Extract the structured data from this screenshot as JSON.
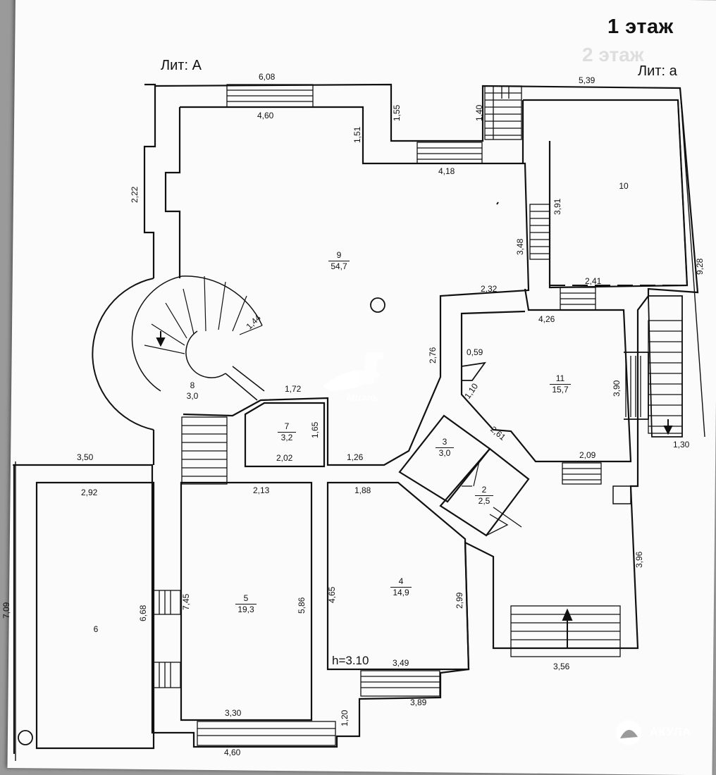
{
  "title": "1 этаж",
  "ghost_title": "2 этаж",
  "lit_a_upper": "Лит: А",
  "lit_a_lower": "Лит: а",
  "ceiling_height": "h=3.10",
  "watermark": "Миэль",
  "brand": "АКУЛА",
  "rooms": [
    {
      "id": "1",
      "number": "9",
      "area": "54,7"
    },
    {
      "id": "2",
      "number": "10",
      "area": ""
    },
    {
      "id": "3",
      "number": "11",
      "area": "15,7"
    },
    {
      "id": "4",
      "number": "8",
      "area": "3,0"
    },
    {
      "id": "5",
      "number": "7",
      "area": "3,2"
    },
    {
      "id": "6",
      "number": "3",
      "area": "3,0"
    },
    {
      "id": "7",
      "number": "2",
      "area": "2,5"
    },
    {
      "id": "8",
      "number": "5",
      "area": "19,3"
    },
    {
      "id": "9",
      "number": "4",
      "area": "14,9"
    },
    {
      "id": "10",
      "number": "6",
      "area": ""
    }
  ],
  "dimensions": {
    "d608": "6,08",
    "d460a": "4,60",
    "d155": "1,55",
    "d151": "1,51",
    "d140": "1,40",
    "d539": "5,39",
    "d418": "4,18",
    "d391": "3,91",
    "d348": "3,48",
    "d222": "2,22",
    "d928": "9,28",
    "d232": "2,32",
    "d241": "2,41",
    "d426": "4,26",
    "d144": "1,44",
    "d276": "2,76",
    "d059": "0,59",
    "d110": "1,10",
    "d390": "3,90",
    "d172": "1,72",
    "d165": "1,65",
    "d202": "2,02",
    "d261": "2,61",
    "d126": "1,26",
    "d130": "1,30",
    "d350": "3,50",
    "d209": "2,09",
    "d292": "2,92",
    "d213": "2,13",
    "d188": "1,88",
    "d396": "3,96",
    "d709": "7,09",
    "d668": "6,68",
    "d745": "7,45",
    "d586": "5,86",
    "d465": "4,65",
    "d299": "2,99",
    "d349": "3,49",
    "d356": "3,56",
    "d389": "3,89",
    "d330": "3,30",
    "d120": "1,20",
    "d460b": "4,60"
  },
  "colors": {
    "background": "#9a9a9a",
    "paper": "#fbfbfb",
    "ink": "#111111"
  }
}
